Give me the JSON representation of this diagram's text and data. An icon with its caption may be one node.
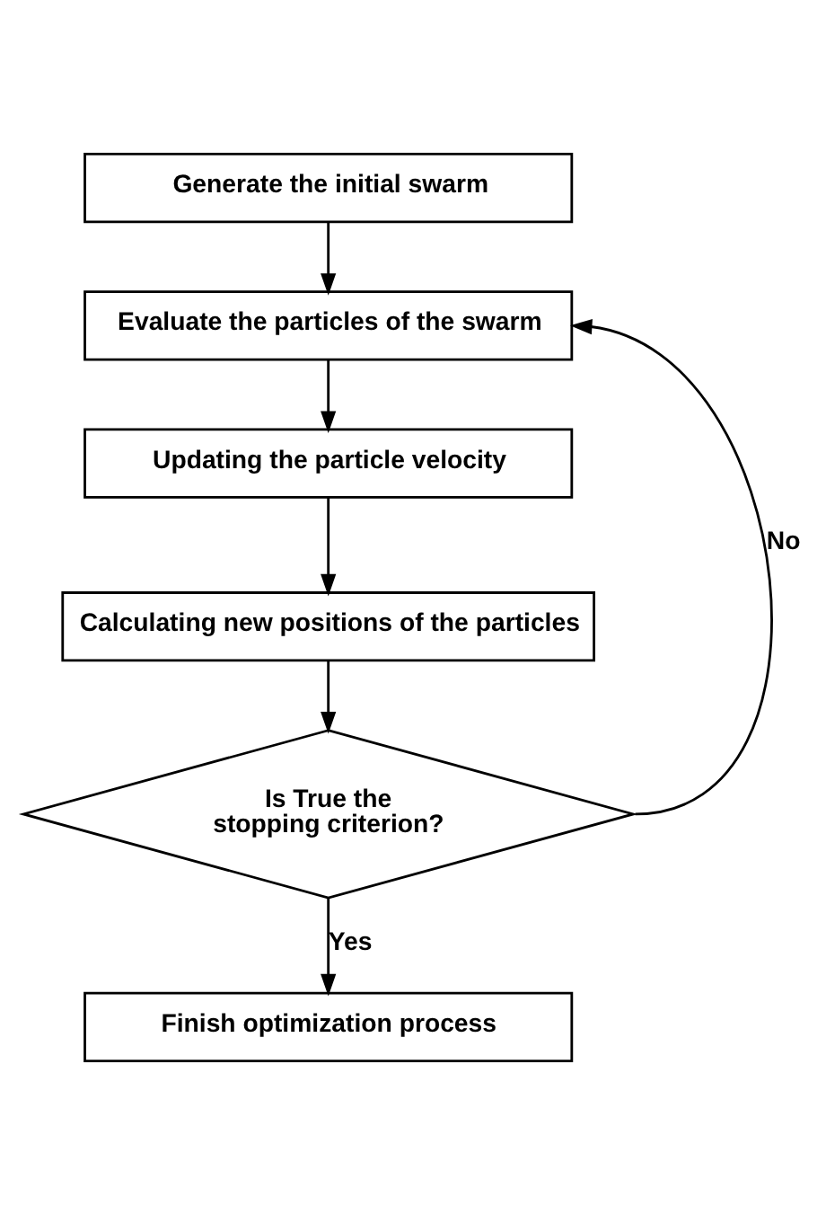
{
  "diagram": {
    "nodes": [
      {
        "text": [
          "Generate the initial swarm"
        ]
      },
      {
        "text": [
          "Evaluate the particles of the swarm"
        ]
      },
      {
        "text": [
          "Updating the particle velocity"
        ]
      },
      {
        "text": [
          "Calculating new positions of the particles"
        ]
      },
      {
        "text": [
          "Is True the stopping criterion?"
        ]
      },
      {
        "text": [
          "Finish optimization process"
        ]
      }
    ],
    "edges": [
      {
        "from": 0,
        "to": 1,
        "arrow": "to"
      },
      {
        "from": 1,
        "to": 2,
        "arrow": "to"
      },
      {
        "from": 2,
        "to": 3,
        "arrow": "to"
      },
      {
        "from": 3,
        "to": 4,
        "arrow": "to"
      },
      {
        "from": 4,
        "to": 1,
        "arrow": "to",
        "label": "No"
      },
      {
        "from": 4,
        "to": 5,
        "arrow": "to",
        "label": "Yes"
      }
    ]
  }
}
